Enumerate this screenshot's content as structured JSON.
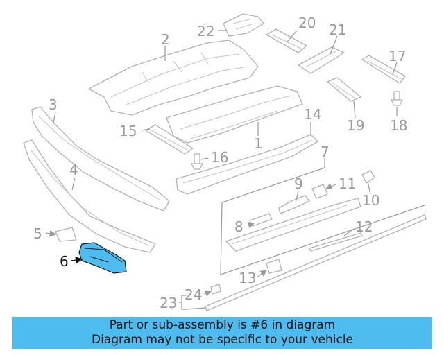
{
  "diagram": {
    "callouts": [
      "1",
      "2",
      "3",
      "4",
      "5",
      "6",
      "7",
      "8",
      "9",
      "10",
      "11",
      "12",
      "13",
      "14",
      "15",
      "16",
      "17",
      "18",
      "19",
      "20",
      "21",
      "22",
      "23",
      "24"
    ],
    "highlighted_part": "6",
    "highlight_color": "#4fbcef",
    "line_color": "#b3b3b3"
  },
  "banner": {
    "line1": "Part or sub-assembly is #6 in diagram",
    "line2": "Diagram may not be specific to your vehicle",
    "background": "#4fbcef"
  }
}
